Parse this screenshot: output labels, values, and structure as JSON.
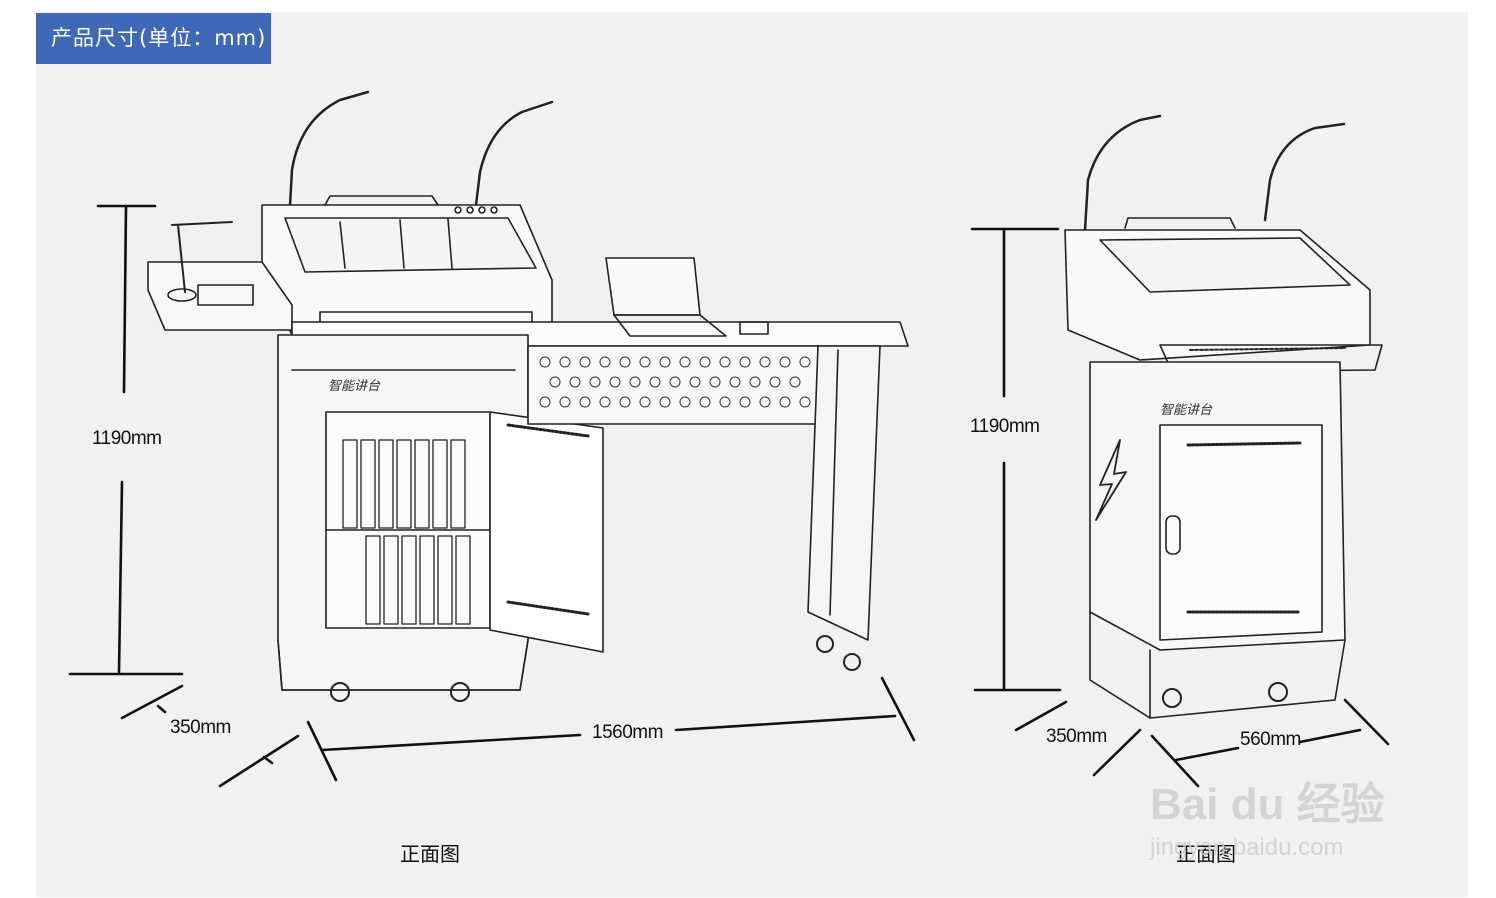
{
  "header": {
    "title": "产品尺寸(单位：mm)"
  },
  "front_view": {
    "label": "正面图",
    "height": "1190mm",
    "depth": "350mm",
    "width": "1560mm",
    "brand_mark": "智能讲台"
  },
  "side_view": {
    "label": "正面图",
    "height": "1190mm",
    "depth": "350mm",
    "width": "560mm",
    "brand_mark": "智能讲台"
  },
  "watermark": {
    "logo": "Bai du 经验",
    "url": "jingyan.baidu.com"
  },
  "colors": {
    "badge": "#3f69b7",
    "background": "#f1f1f1",
    "line": "#111111"
  }
}
